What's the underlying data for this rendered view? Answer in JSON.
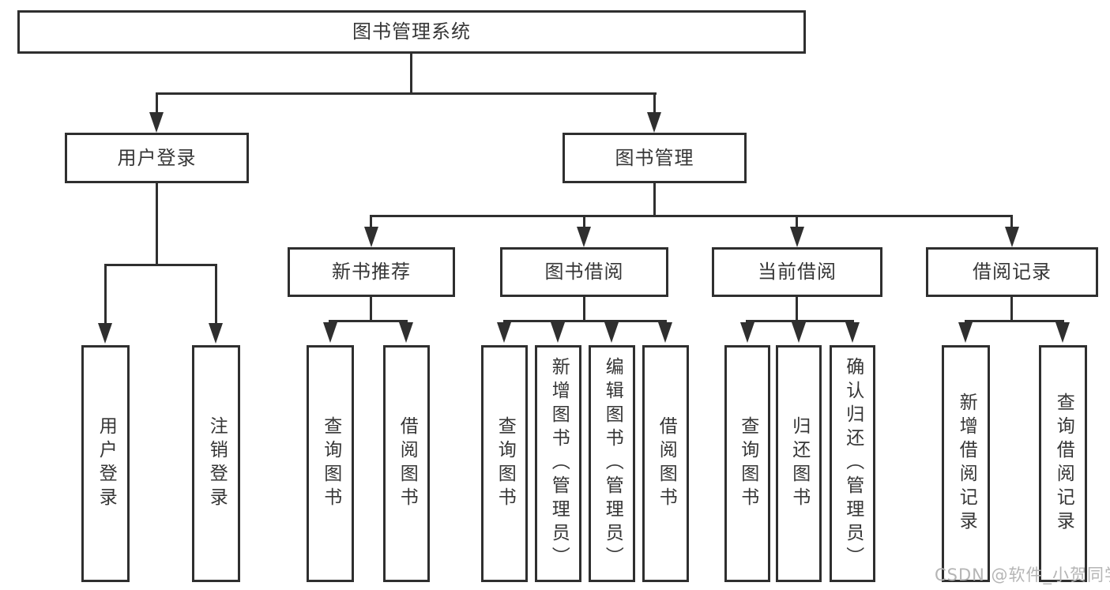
{
  "diagram_title": "图书管理系统",
  "watermark": "CSDN @软件_小贺同学",
  "colors": {
    "line": "#2f2f2f",
    "box_background": "#ffffff",
    "text": "#363636",
    "watermark": "#b5b5b5"
  },
  "tree": {
    "label": "图书管理系统",
    "children": [
      {
        "label": "用户登录",
        "children": [
          {
            "label": "用户登录"
          },
          {
            "label": "注销登录"
          }
        ]
      },
      {
        "label": "图书管理",
        "children": [
          {
            "label": "新书推荐",
            "children": [
              {
                "label": "查询图书"
              },
              {
                "label": "借阅图书"
              }
            ]
          },
          {
            "label": "图书借阅",
            "children": [
              {
                "label": "查询图书"
              },
              {
                "label": "新增图书（管理员）"
              },
              {
                "label": "编辑图书（管理员）"
              },
              {
                "label": "借阅图书"
              }
            ]
          },
          {
            "label": "当前借阅",
            "children": [
              {
                "label": "查询图书"
              },
              {
                "label": "归还图书"
              },
              {
                "label": "确认归还（管理员）"
              }
            ]
          },
          {
            "label": "借阅记录",
            "children": [
              {
                "label": "新增借阅记录"
              },
              {
                "label": "查询借阅记录"
              }
            ]
          }
        ]
      }
    ]
  }
}
